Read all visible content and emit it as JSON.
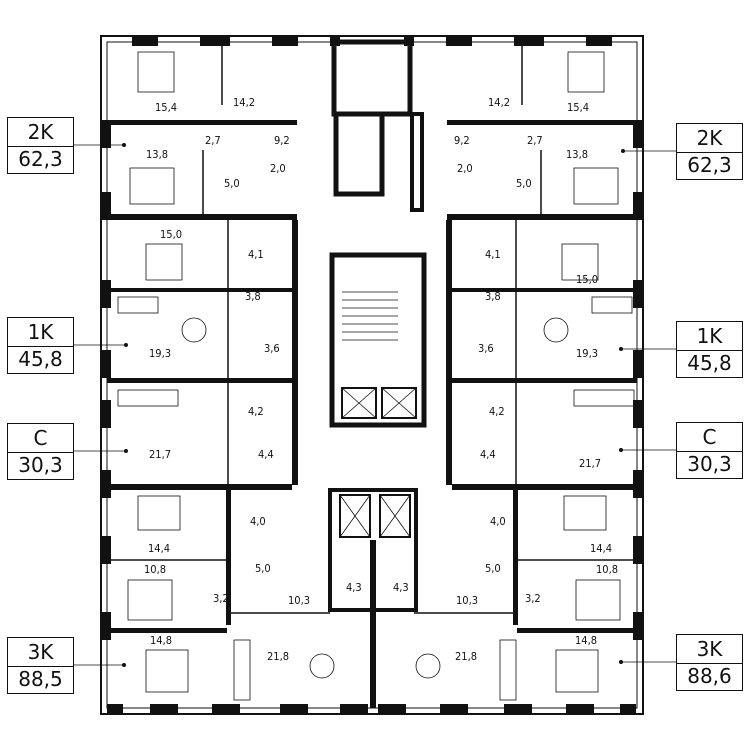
{
  "apartments": [
    {
      "type": "2K",
      "area": "62,3"
    },
    {
      "type": "1K",
      "area": "45,8"
    },
    {
      "type": "C",
      "area": "30,3"
    },
    {
      "type": "3K",
      "area": "88,5"
    },
    {
      "type": "2K",
      "area": "62,3"
    },
    {
      "type": "1K",
      "area": "45,8"
    },
    {
      "type": "C",
      "area": "30,3"
    },
    {
      "type": "3K",
      "area": "88,6"
    }
  ],
  "room_areas": {
    "left": [
      "15,4",
      "14,2",
      "2,7",
      "9,2",
      "13,8",
      "2,0",
      "5,0",
      "15,0",
      "4,1",
      "3,8",
      "19,3",
      "3,6",
      "4,2",
      "21,7",
      "4,4",
      "4,0",
      "14,4",
      "5,0",
      "10,8",
      "3,2",
      "10,3",
      "14,8",
      "21,8",
      "4,3"
    ],
    "right": [
      "14,2",
      "15,4",
      "9,2",
      "2,7",
      "13,8",
      "2,0",
      "5,0",
      "4,1",
      "15,0",
      "3,8",
      "3,6",
      "19,3",
      "4,2",
      "4,4",
      "21,7",
      "4,0",
      "14,4",
      "5,0",
      "10,8",
      "10,3",
      "3,2",
      "14,8",
      "21,8",
      "4,3"
    ]
  }
}
